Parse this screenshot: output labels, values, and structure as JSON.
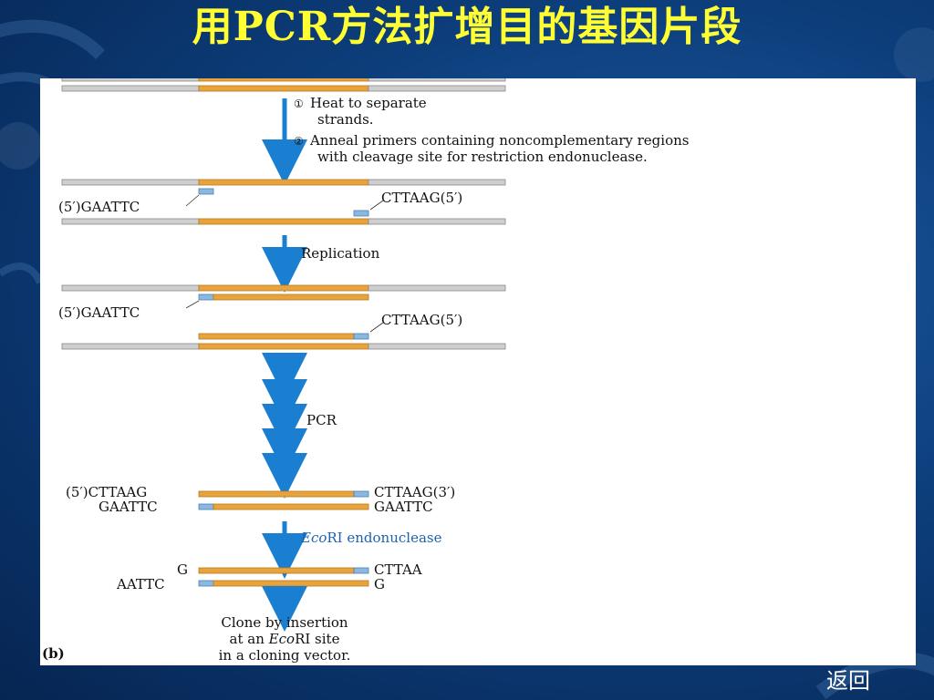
{
  "slide": {
    "title": "用PCR方法扩增目的基因片段",
    "back_link": "返回"
  },
  "diagram": {
    "step1_num": "①",
    "step1_line1": "Heat to separate",
    "step1_line2": "strands.",
    "step2_num": "②",
    "step2_line1": "Anneal primers containing noncomplementary regions",
    "step2_line2": "with cleavage site for restriction endonuclease.",
    "primer_left": "(5′)GAATTC",
    "primer_right": "CTTAAG(5′)",
    "replication": "Replication",
    "rep_left": "(5′)GAATTC",
    "rep_right": "CTTAAG(5′)",
    "pcr": "PCR",
    "prod_top_left": "(5′)CTTAAG",
    "prod_top_right": "CTTAAG(3′)",
    "prod_bottom_left": "GAATTC",
    "prod_bottom_right": "GAATTC",
    "enzyme_italic": "Eco",
    "enzyme_rest": "RI endonuclease",
    "cut_top_left": "G",
    "cut_top_right": "CTTAA",
    "cut_bottom_left": "AATTC",
    "cut_bottom_right": "G",
    "clone_line1": "Clone by insertion",
    "clone_line2_a": "at an ",
    "clone_line2_italic": "Eco",
    "clone_line2_b": "RI site",
    "clone_line3": "in a cloning vector.",
    "panel_label": "(b)"
  },
  "colors": {
    "background": "#0d3f7d",
    "title": "#ffff33",
    "target_dna": "#e8a33c",
    "flank_dna": "#cfcfcf",
    "primer": "#8ab8e0",
    "arrow": "#1a7fd0"
  }
}
